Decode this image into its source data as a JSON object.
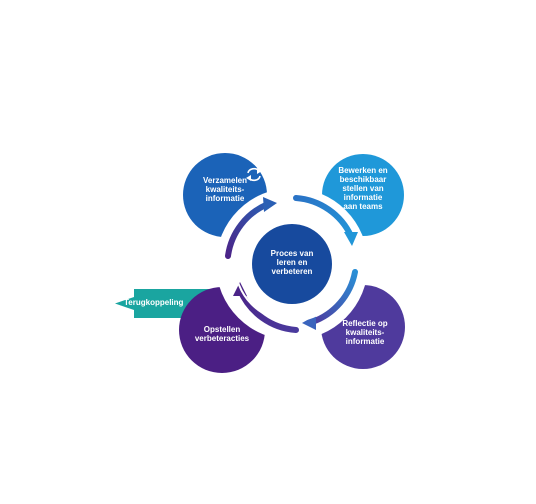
{
  "center": {
    "lines": [
      "Proces van",
      "leren en",
      "verbeteren"
    ]
  },
  "steps": [
    {
      "id": "collect",
      "lines": [
        "Verzamelen",
        "kwaliteits-",
        "informatie"
      ],
      "color": "#1b63b8"
    },
    {
      "id": "process",
      "lines": [
        "Bewerken en",
        "beschikbaar",
        "stellen van",
        "informatie",
        "aan teams"
      ],
      "color": "#1f98d9"
    },
    {
      "id": "reflect",
      "lines": [
        "Reflectie op",
        "kwaliteits-",
        "informatie"
      ],
      "color": "#4f3a9d"
    },
    {
      "id": "actions",
      "lines": [
        "Opstellen",
        "verbeteracties"
      ],
      "color": "#4b1f84"
    }
  ],
  "feedback": {
    "label": "Terugkoppeling",
    "color": "#1aa5a0"
  },
  "colors": {
    "center": "#174a9e",
    "ring": "#ffffff"
  },
  "icons": {
    "collect": "refresh-icon"
  }
}
